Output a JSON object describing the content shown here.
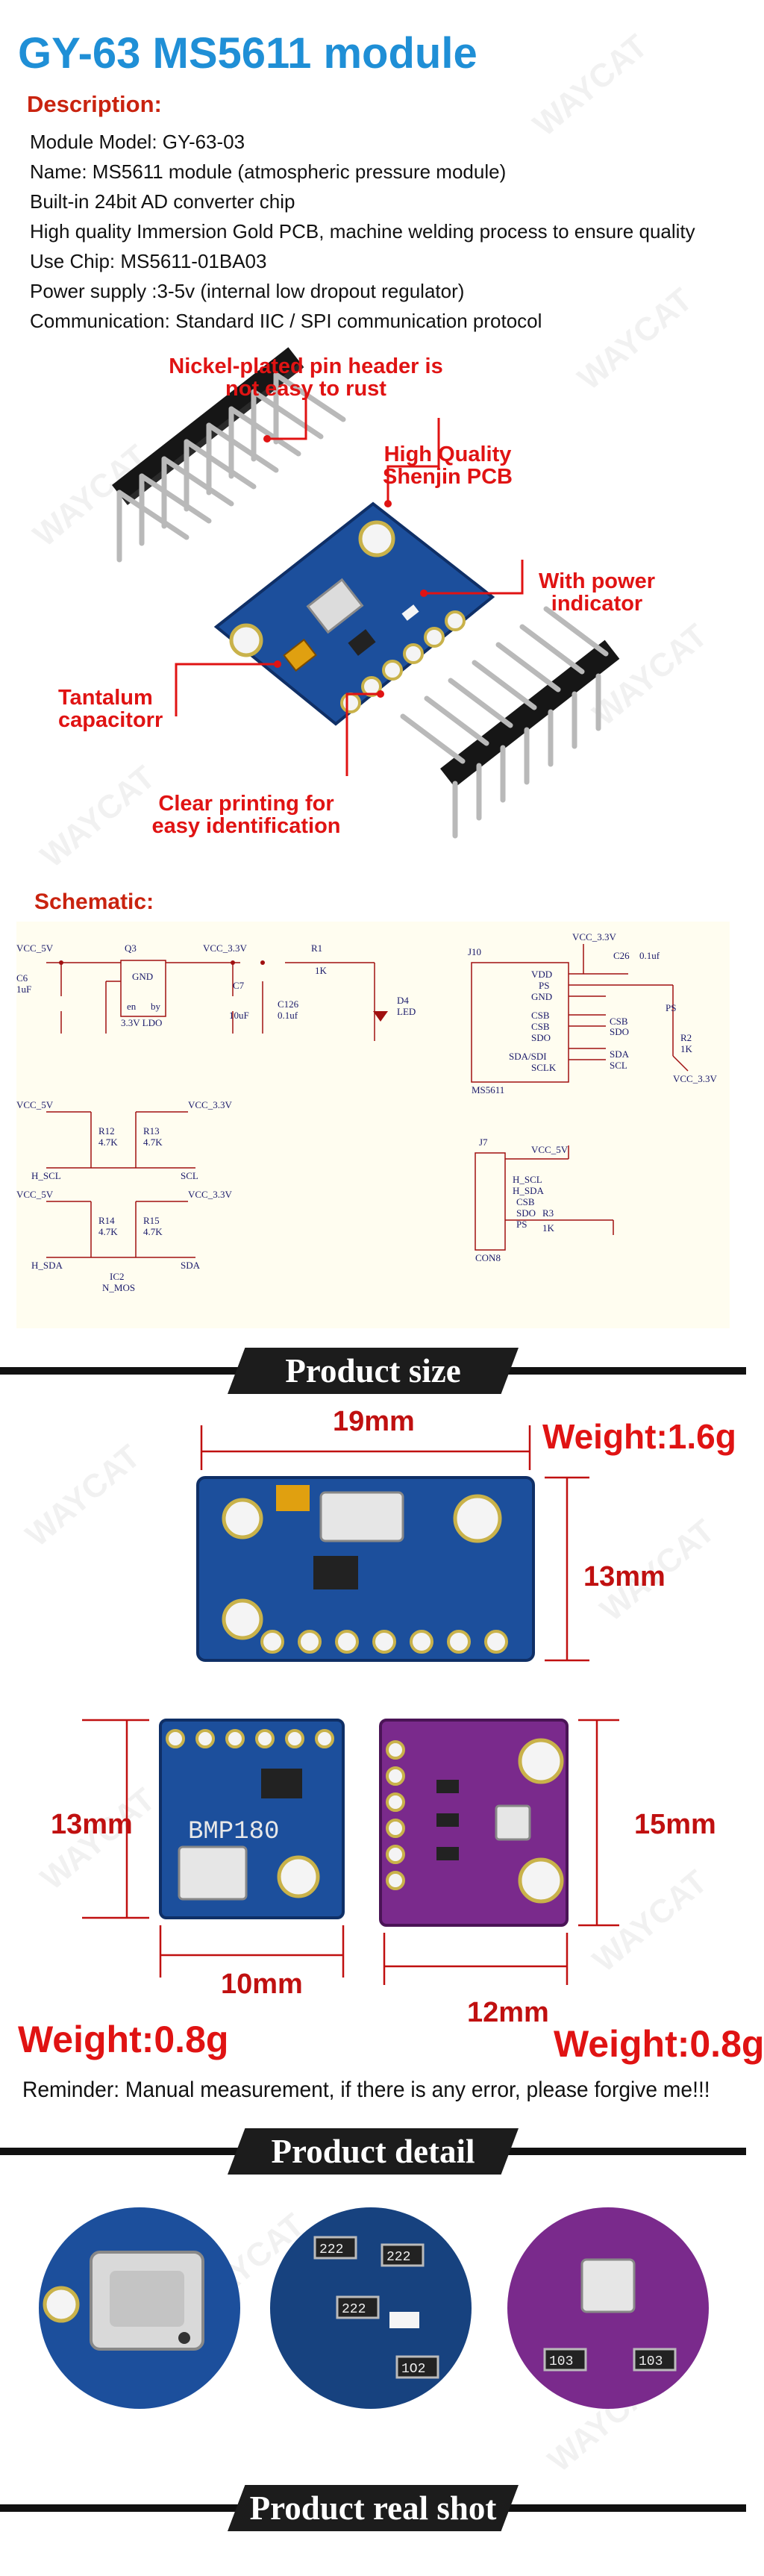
{
  "title": "GY-63 MS5611 module",
  "description": {
    "heading": "Description:",
    "lines": [
      "Module Model: GY-63-03",
      "Name: MS5611 module (atmospheric pressure module)",
      "Built-in 24bit AD converter chip",
      "High quality Immersion Gold PCB, machine welding process to ensure quality",
      "Use Chip: MS5611-01BA03",
      "Power supply :3-5v (internal low dropout regulator)",
      "Communication: Standard IIC / SPI communication protocol"
    ]
  },
  "callouts": {
    "pin_header": [
      "Nickel-plated pin header is",
      "not easy to rust"
    ],
    "pcb": [
      "High Quality",
      "Shenjin PCB"
    ],
    "power": [
      "With power",
      "indicator"
    ],
    "tantalum": [
      "Tantalum",
      "capacitorr"
    ],
    "printing": [
      "Clear printing for",
      "easy identification"
    ]
  },
  "schematic": {
    "heading": "Schematic:",
    "labels": {
      "vcc5": "VCC_5V",
      "vcc33": "VCC_3.3V",
      "q3": "Q3",
      "gnd": "GND",
      "en": "en",
      "by": "by",
      "ldo": "3.3V LDO",
      "c6": "C6",
      "c6v": "1uF",
      "c7": "C7",
      "c7v": "10uF",
      "c126": "C126",
      "c126v": "0.1uf",
      "r1": "R1",
      "r1v": "1K",
      "d4": "D4",
      "led": "LED",
      "j10": "J10",
      "vdd": "VDD",
      "ps": "PS",
      "csb": "CSB",
      "sdo": "SDO",
      "sda_sdi": "SDA/SDI",
      "sclk": "SCLK",
      "ms5611": "MS5611",
      "c26": "C26",
      "c26v": "0.1uf",
      "r2": "R2",
      "r2v": "1K",
      "sda": "SDA",
      "scl": "SCL",
      "r12": "R12",
      "r13": "R13",
      "r14": "R14",
      "r15": "R15",
      "r47k": "4.7K",
      "h_scl": "H_SCL",
      "h_sda": "H_SDA",
      "ic2": "IC2",
      "nmos": "N_MOS",
      "j7": "J7",
      "con8": "CON8",
      "r3": "R3",
      "r3v": "1K"
    }
  },
  "banners": {
    "size": "Product size",
    "detail": "Product detail",
    "real": "Product real shot"
  },
  "size": {
    "w19": "19mm",
    "weight_top": "Weight:1.6g",
    "h13": "13mm",
    "h13_left": "13mm",
    "h15": "15mm",
    "w10": "10mm",
    "w12": "12mm",
    "weight_left": "Weight:0.8g",
    "weight_right": "Weight:0.8g",
    "chip_label": "BMP180"
  },
  "reminder": "Reminder: Manual measurement, if there is any error, please forgive me!!!",
  "detail_marks": {
    "m1": "222",
    "m2": "222",
    "m3": "222",
    "m4": "1O2",
    "m5": "103",
    "m6": "103"
  },
  "watermark": "WAYCAT",
  "colors": {
    "title": "#1f8fd6",
    "heading": "#c9230f",
    "callout": "#e01313",
    "pcb_blue": "#1c4f9c",
    "pcb_purple": "#7a2a8c"
  }
}
